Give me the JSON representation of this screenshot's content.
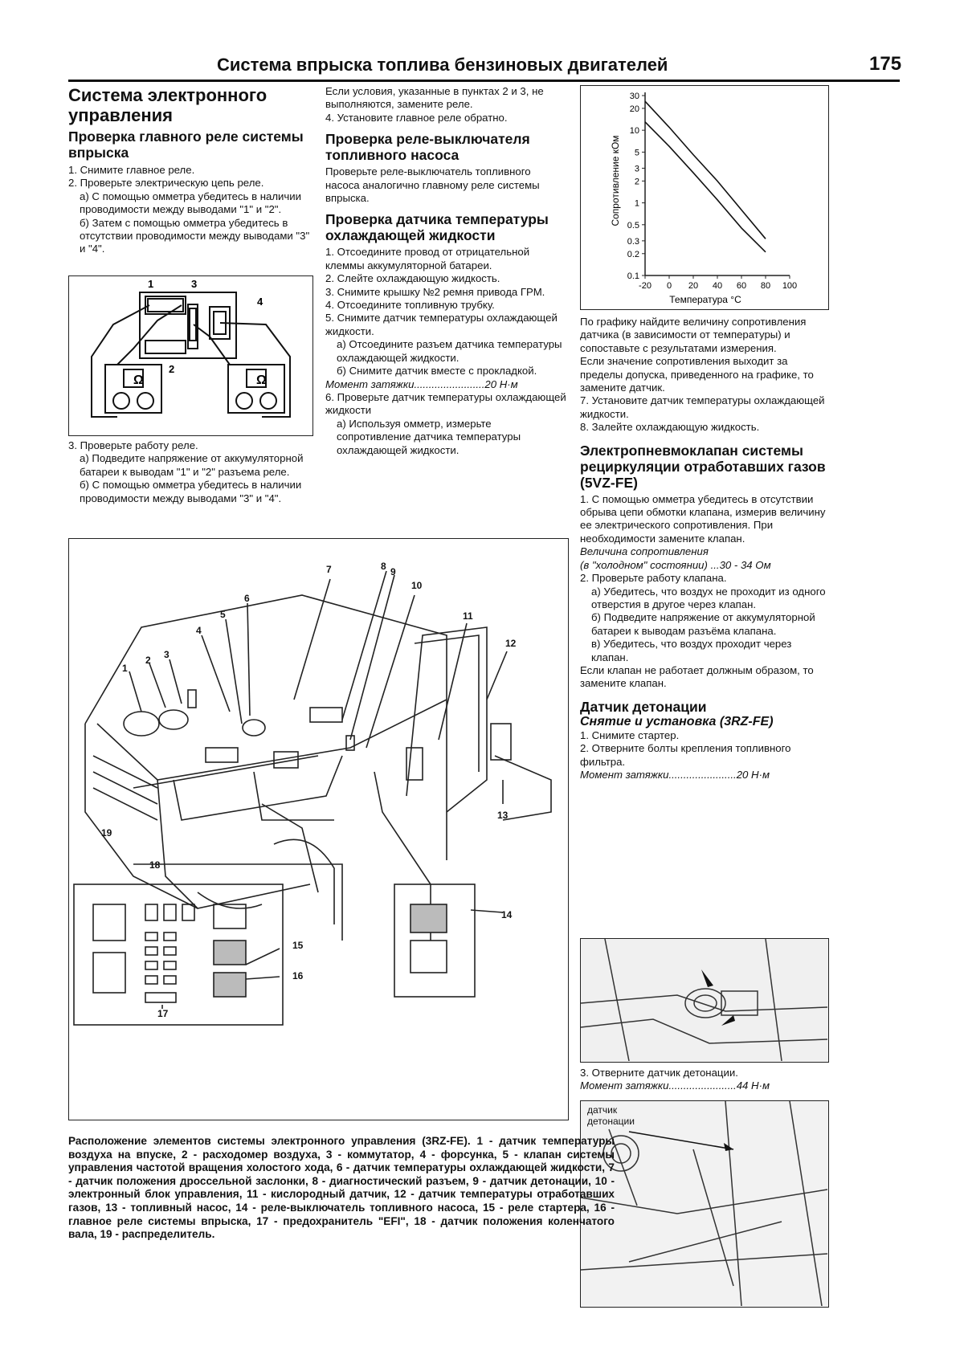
{
  "header": {
    "title": "Система впрыска топлива бензиновых двигателей",
    "page_number": "175"
  },
  "col1": {
    "section_title": "Система электронного управления",
    "sub_title": "Проверка главного реле системы впрыска",
    "step1": "1. Снимите главное реле.",
    "step2": "2. Проверьте электрическую цепь реле.",
    "step2a": "а) С помощью омметра убедитесь в наличии проводимости между выводами \"1\" и \"2\".",
    "step2b": "б) Затем с помощью омметра убедитесь в отсутствии проводимости между выводами \"3\" и \"4\".",
    "step3": "3. Проверьте работу реле.",
    "step3a": "а) Подведите напряжение от аккумуляторной батареи к выводам \"1\" и \"2\" разъема реле.",
    "step3b": "б) С помощью омметра убедитесь в наличии проводимости между выводами \"3\" и \"4\"."
  },
  "relay_figure": {
    "labels": [
      "1",
      "3",
      "4",
      "2"
    ],
    "meter_symbol": "Ω"
  },
  "col2": {
    "cont_text": "Если условия, указанные в пунктах 2 и 3, не выполняются, замените реле.",
    "cont_step4": "4. Установите главное реле обратно.",
    "pump_title": "Проверка реле-выключателя топливного насоса",
    "pump_text": "Проверьте реле-выключатель топливного насоса аналогично главному реле системы впрыска.",
    "sensor_title": "Проверка датчика температуры охлаждающей жидкости",
    "s1": "1. Отсоедините провод от отрицательной клеммы аккумуляторной батареи.",
    "s2": "2. Слейте охлаждающую жидкость.",
    "s3": "3. Снимите крышку №2 ремня привода ГРМ.",
    "s4": "4. Отсоедините топливную трубку.",
    "s5": "5. Снимите датчик температуры охлаждающей жидкости.",
    "s5a": "а) Отсоедините разъем датчика температуры охлаждающей жидкости.",
    "s5b": "б) Снимите датчик вместе с прокладкой.",
    "torque_label": "Момент затяжки",
    "torque_dots": "........................",
    "torque_value": "20 Н·м",
    "s6": "6. Проверьте датчик температуры охлаждающей жидкости",
    "s6a": "а) Используя омметр, измерьте сопротивление датчика температуры охлаждающей жидкости."
  },
  "chart_data": {
    "type": "line",
    "title": "",
    "xlabel": "Температура °С",
    "ylabel": "Сопротивление кОм",
    "x_ticks": [
      "-20",
      "0",
      "20",
      "40",
      "60",
      "80",
      "100"
    ],
    "y_ticks": [
      "30",
      "20",
      "10",
      "5",
      "3",
      "2",
      "1",
      "0.5",
      "0.3",
      "0.2",
      "0.1"
    ],
    "xlim": [
      -20,
      100
    ],
    "ylim": [
      0.1,
      30
    ],
    "y_scale": "log",
    "series": [
      {
        "x": [
          -20,
          0,
          20,
          40,
          60,
          80
        ],
        "y": [
          25,
          11,
          4.6,
          2.0,
          0.8,
          0.32
        ]
      },
      {
        "x": [
          -20,
          0,
          20,
          40,
          60,
          80
        ],
        "y": [
          13,
          6.0,
          2.6,
          1.1,
          0.45,
          0.21
        ]
      }
    ]
  },
  "col3": {
    "graph_text": "По графику найдите величину сопротивления датчика (в зависимости от температуры) и сопоставьте с результатами измерения.",
    "graph_text2": "Если значение сопротивления выходит за пределы допуска, приведенного на графике, то замените датчик.",
    "step7": "7. Установите датчик температуры охлаждающей жидкости.",
    "step8": "8. Залейте охлаждающую жидкость.",
    "valve_title": "Электропневмоклапан системы рециркуляции отработавших газов (5VZ-FE)",
    "v1": "1. С помощью омметра убедитесь в отсутствии обрыва цепи обмотки клапана, измерив величину ее электрического сопротивления. При необходимости замените клапан.",
    "resist_label": "Величина сопротивления",
    "resist_cond": "(в \"холодном\" состоянии)",
    "resist_value": "...30 - 34 Ом",
    "v2": "2. Проверьте работу клапана.",
    "v2a": "а) Убедитесь, что воздух не проходит из одного отверстия в другое через клапан.",
    "v2b": "б) Подведите напряжение от аккумуляторной батареи к выводам разъёма клапана.",
    "v2c": "в) Убедитесь, что воздух проходит через клапан.",
    "v3": "Если клапан не работает должным образом, то замените клапан.",
    "knock_title": "Датчик детонации",
    "knock_sub": "Снятие и установка (3RZ-FE)",
    "k1": "1. Снимите стартер.",
    "k2": "2. Отверните болты крепления топливного фильтра.",
    "torque_label": "Момент затяжки",
    "torque_dots": ".......................",
    "torque1": "20 Н·м",
    "k3": "3. Отверните датчик детонации.",
    "torque2": "44 Н·м",
    "photo_label": "датчик детонации"
  },
  "car_figure": {
    "labels": [
      "1",
      "2",
      "3",
      "4",
      "5",
      "6",
      "7",
      "8",
      "9",
      "10",
      "11",
      "12",
      "13",
      "14",
      "15",
      "16",
      "17",
      "18",
      "19"
    ]
  },
  "caption": {
    "title": "Расположение элементов системы электронного управления (3RZ-FE).",
    "body": "1 - датчик температуры воздуха на впуске, 2 - расходомер воздуха, 3 - коммутатор, 4 - форсунка, 5 - клапан системы управления частотой вращения холостого хода, 6 - датчик температуры охлаждающей жидкости, 7 - датчик положения дроссельной заслонки, 8 - диагностический разъем, 9 - датчик детонации, 10 - электронный блок управления, 11 - кислородный датчик, 12 - датчик температуры отработавших газов, 13 - топливный насос, 14 - реле-выключатель топливного насоса, 15 - реле стартера, 16 - главное реле системы впрыска, 17 - предохранитель \"EFI\", 18 - датчик положения коленчатого вала, 19 - распределитель."
  }
}
